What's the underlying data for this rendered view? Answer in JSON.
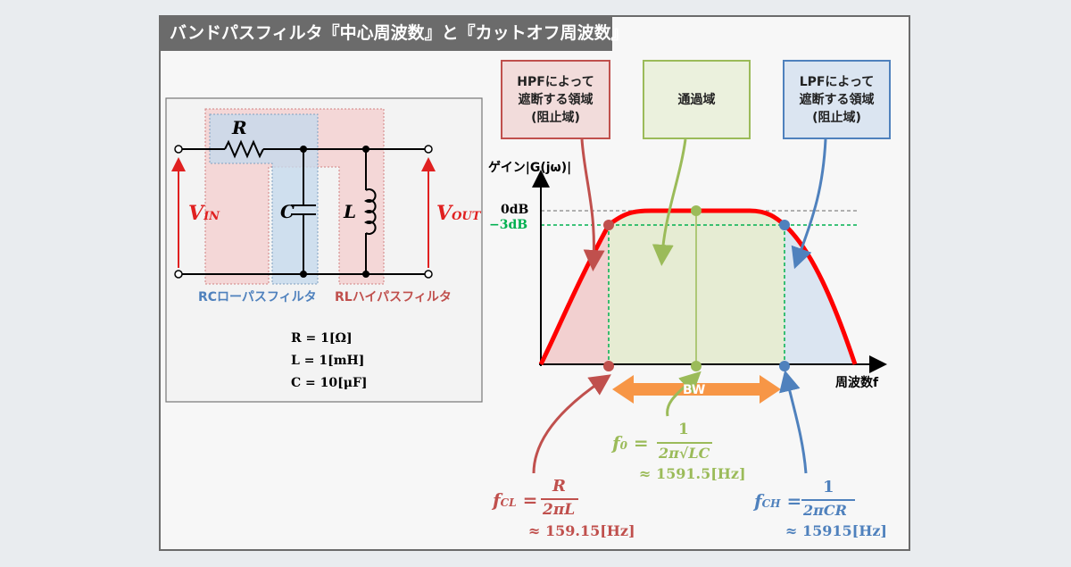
{
  "title": "バンドパスフィルタ『中心周波数』と『カットオフ周波数』",
  "circuit": {
    "r_label": "R",
    "c_label": "C",
    "l_label": "L",
    "vin_label": "V",
    "vin_sub": "IN",
    "vout_label": "V",
    "vout_sub": "OUT",
    "rc_label": "RCローパスフィルタ",
    "rl_label": "RLハイパスフィルタ",
    "eq_r": "R = 1[Ω]",
    "eq_l": "L = 1[mH]",
    "eq_c": "C = 10[μF]"
  },
  "graph": {
    "ylabel": "ゲイン|G(jω)|",
    "xlabel": "周波数f",
    "tick_0db": "0dB",
    "tick_3db": "−3dB",
    "bw_label": "BW"
  },
  "boxes": {
    "hpf": "HPFによって\n遮断する領域\n(阻止域)",
    "pass": "通過域",
    "lpf": "LPFによって\n遮断する領域\n(阻止域)"
  },
  "formulas": {
    "f0_lhs": "f",
    "f0_sub": "0",
    "f0_num": "1",
    "f0_den": "2π√LC",
    "f0_val": "≈ 1591.5[Hz]",
    "fcl_lhs": "f",
    "fcl_sub": "CL",
    "fcl_num": "R",
    "fcl_den": "2πL",
    "fcl_val": "≈ 159.15[Hz]",
    "fch_lhs": "f",
    "fch_sub": "CH",
    "fch_num": "1",
    "fch_den": "2πCR",
    "fch_val": "≈ 15915[Hz]"
  },
  "colors": {
    "red": "#c0504d",
    "green": "#9bbb59",
    "blue": "#4f81bd",
    "curve": "#ff0000",
    "orange": "#f79646",
    "green_text": "#00b050"
  }
}
